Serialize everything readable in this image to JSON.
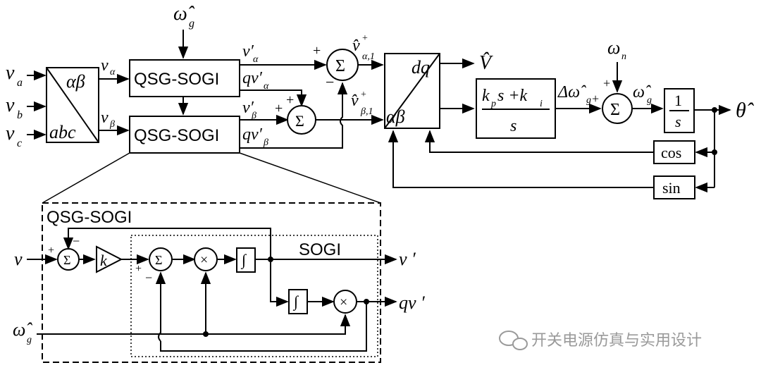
{
  "inputs": {
    "va": "v",
    "va_sub": "a",
    "vb": "v",
    "vb_sub": "b",
    "vc": "v",
    "vc_sub": "c"
  },
  "clarke": {
    "top": "αβ",
    "bottom": "abc"
  },
  "signals": {
    "v_alpha": "v",
    "v_alpha_sub": "α",
    "v_beta": "v",
    "v_beta_sub": "β",
    "omega_hat_g": "ω̂",
    "omega_sub_g": "g",
    "v_alpha_prime": "v′",
    "v_alpha_prime_sub": "α",
    "qv_alpha_prime": "qv′",
    "qv_alpha_prime_sub": "α",
    "v_beta_prime": "v′",
    "v_beta_prime_sub": "β",
    "qv_beta_prime": "qv′",
    "qv_beta_prime_sub": "β",
    "v_hat_alpha1": "v̂",
    "v_hat_alpha1_sub": "α,1",
    "v_hat_alpha1_sup": "+",
    "v_hat_beta1": "v̂",
    "v_hat_beta1_sub": "β,1",
    "v_hat_beta1_sup": "+",
    "V_hat": "V̂",
    "delta_omega": "Δω̂",
    "delta_omega_sub": "g",
    "omega_n": "ω",
    "omega_n_sub": "n",
    "omega_hat_g2": "ω̂",
    "omega_hat_g2_sub": "g",
    "theta_hat": "θ̂"
  },
  "blocks": {
    "qsg_sogi_1": "QSG-SOGI",
    "qsg_sogi_2": "QSG-SOGI",
    "park_top": "dq",
    "park_bottom": "αβ",
    "pi_numerator": "k",
    "pi_num_p": "p",
    "pi_num_s": "s +k",
    "pi_num_i": "i",
    "pi_denominator": "s",
    "integrator_num": "1",
    "integrator_den": "s",
    "cos": "cos",
    "sin": "sin"
  },
  "detail": {
    "title": "QSG-SOGI",
    "sogi_label": "SOGI",
    "input_v": "v",
    "gain_k": "k",
    "out_v_prime": "v ′",
    "out_qv_prime": "qv ′",
    "omega": "ω̂",
    "omega_sub": "g",
    "integral": "∫"
  },
  "symbols": {
    "sum": "Σ",
    "mult": "×",
    "plus": "+",
    "minus": "−"
  },
  "watermark": "开关电源仿真与实用设计"
}
